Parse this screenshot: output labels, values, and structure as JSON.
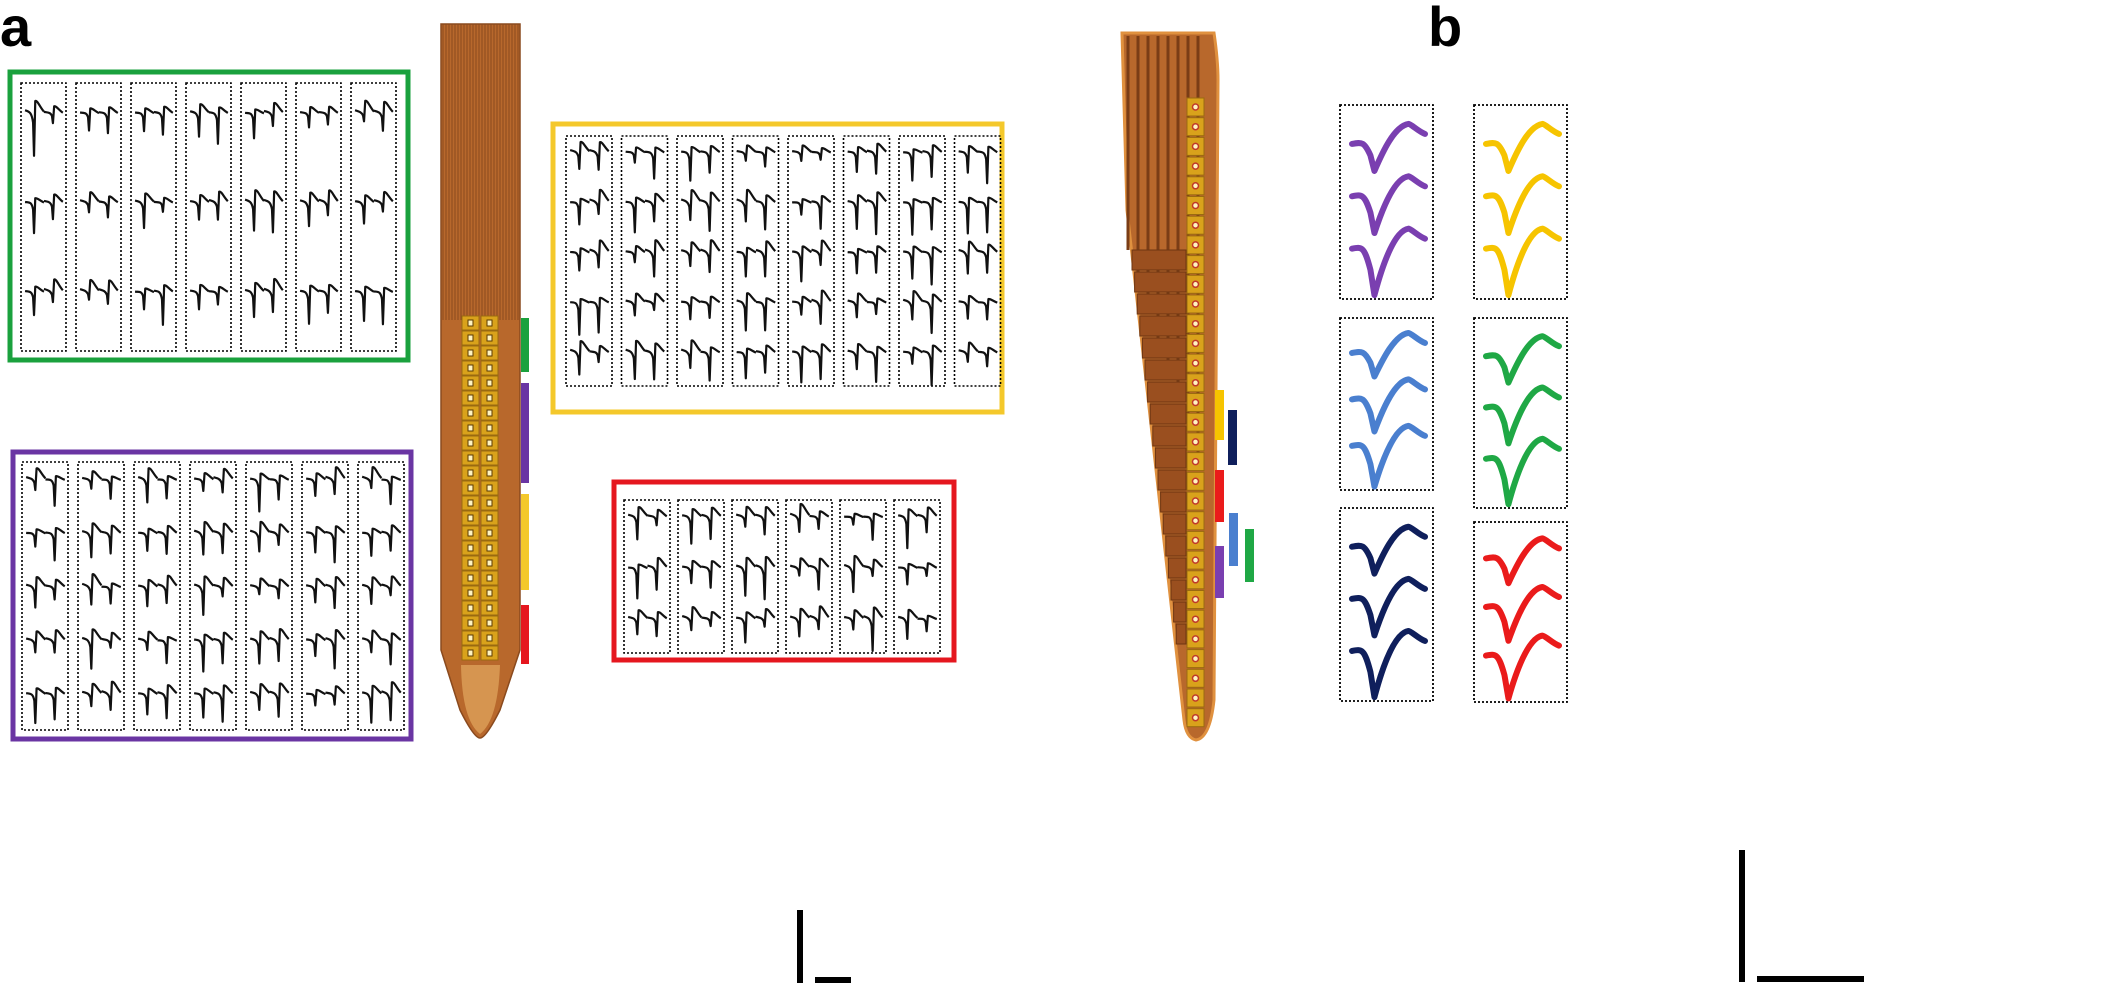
{
  "panels": [
    {
      "label": "a"
    },
    {
      "label": "b"
    }
  ],
  "colors": {
    "green": "#1aa13d",
    "purple": "#6a35a3",
    "yellow": "#f4c82b",
    "red": "#e5171f",
    "navy": "#0f1f5c",
    "blue": "#4a7fcf",
    "bright_green": "#1fa845",
    "b_yellow": "#f6c400",
    "b_purple": "#7a3fb0",
    "b_red": "#ea1b1b",
    "probe_shank": "#b8682c",
    "probe_dark": "#8a4a1e",
    "probe_tip": "#d69550",
    "electrode_gold": "#d9a21b",
    "electrode_edge": "#9a6a10",
    "trace": "#111111"
  },
  "panel_a": {
    "unit_boxes": [
      {
        "color": "green",
        "columns": 7,
        "rows": 3
      },
      {
        "color": "purple",
        "columns": 7,
        "rows": 5
      },
      {
        "color": "yellow",
        "columns": 8,
        "rows": 5
      },
      {
        "color": "red",
        "columns": 6,
        "rows": 3
      }
    ],
    "probe_markers": [
      "green",
      "purple",
      "yellow",
      "red"
    ],
    "probe_electrode_rows": 23
  },
  "panel_b": {
    "waveform_boxes": [
      {
        "color": "b_purple"
      },
      {
        "color": "b_yellow"
      },
      {
        "color": "blue"
      },
      {
        "color": "bright_green"
      },
      {
        "color": "navy"
      },
      {
        "color": "b_red"
      }
    ],
    "probe_markers": [
      "b_yellow",
      "navy",
      "b_red",
      "blue",
      "bright_green",
      "b_purple"
    ],
    "probe_electrode_count": 32
  }
}
